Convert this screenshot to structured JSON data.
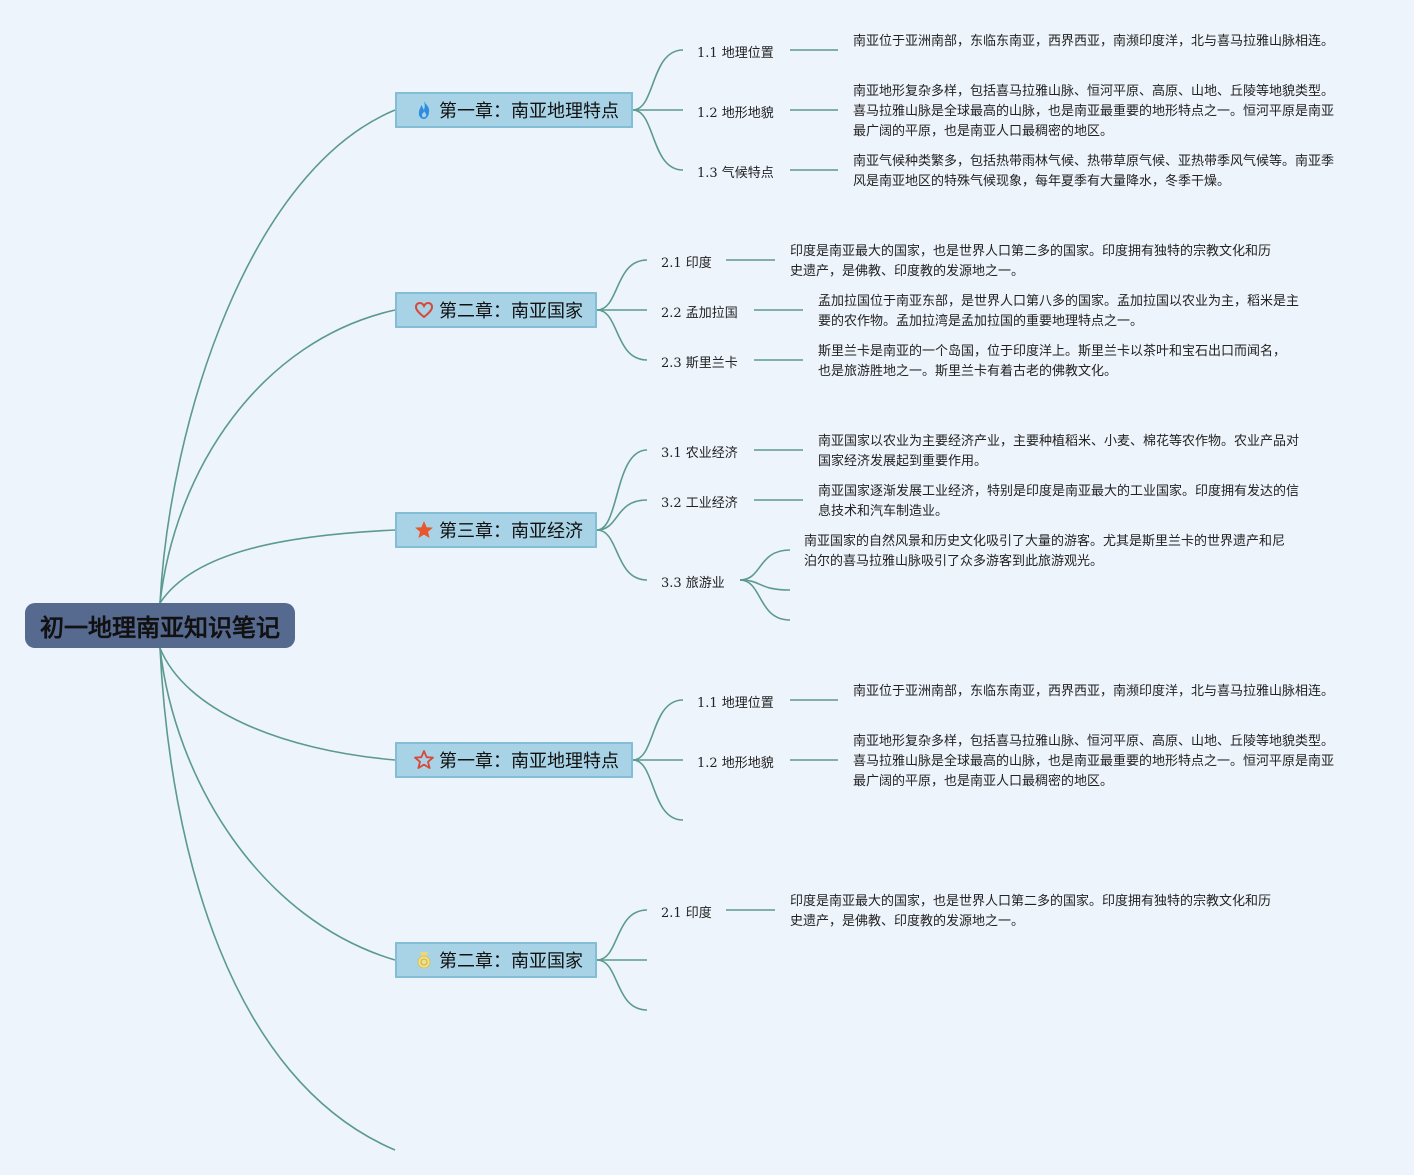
{
  "root": {
    "title": "初一地理南亚知识笔记"
  },
  "colors": {
    "background": "#eef4fc",
    "root": "#56698f",
    "chapter": "#a8d3e6",
    "edge": "#5b9a8e"
  },
  "chapters": [
    {
      "title": "第一章：南亚地理特点",
      "icon": "fire-icon",
      "items": [
        {
          "label": "1.1 地理位置",
          "text": "南亚位于亚洲南部，东临东南亚，西界西亚，南濒印度洋，北与喜马拉雅山脉相连。"
        },
        {
          "label": "1.2 地形地貌",
          "text": "南亚地形复杂多样，包括喜马拉雅山脉、恒河平原、高原、山地、丘陵等地貌类型。喜马拉雅山脉是全球最高的山脉，也是南亚最重要的地形特点之一。恒河平原是南亚最广阔的平原，也是南亚人口最稠密的地区。"
        },
        {
          "label": "1.3 气候特点",
          "text": "南亚气候种类繁多，包括热带雨林气候、热带草原气候、亚热带季风气候等。南亚季风是南亚地区的特殊气候现象，每年夏季有大量降水，冬季干燥。"
        }
      ]
    },
    {
      "title": "第二章：南亚国家",
      "icon": "heart-icon",
      "items": [
        {
          "label": "2.1 印度",
          "text": "印度是南亚最大的国家，也是世界人口第二多的国家。印度拥有独特的宗教文化和历史遗产，是佛教、印度教的发源地之一。"
        },
        {
          "label": "2.2 孟加拉国",
          "text": "孟加拉国位于南亚东部，是世界人口第八多的国家。孟加拉国以农业为主，稻米是主要的农作物。孟加拉湾是孟加拉国的重要地理特点之一。"
        },
        {
          "label": "2.3 斯里兰卡",
          "text": "斯里兰卡是南亚的一个岛国，位于印度洋上。斯里兰卡以茶叶和宝石出口而闻名，也是旅游胜地之一。斯里兰卡有着古老的佛教文化。"
        }
      ]
    },
    {
      "title": "第三章：南亚经济",
      "icon": "star-icon",
      "items": [
        {
          "label": "3.1 农业经济",
          "text": "南亚国家以农业为主要经济产业，主要种植稻米、小麦、棉花等农作物。农业产品对国家经济发展起到重要作用。"
        },
        {
          "label": "3.2 工业经济",
          "text": "南亚国家逐渐发展工业经济，特别是印度是南亚最大的工业国家。印度拥有发达的信息技术和汽车制造业。"
        },
        {
          "label": "3.3 旅游业",
          "text": "南亚国家的自然风景和历史文化吸引了大量的游客。尤其是斯里兰卡的世界遗产和尼泊尔的喜马拉雅山脉吸引了众多游客到此旅游观光。"
        }
      ]
    },
    {
      "title": "第一章：南亚地理特点",
      "icon": "star-outline-icon",
      "items": [
        {
          "label": "1.1 地理位置",
          "text": "南亚位于亚洲南部，东临东南亚，西界西亚，南濒印度洋，北与喜马拉雅山脉相连。"
        },
        {
          "label": "1.2 地形地貌",
          "text": "南亚地形复杂多样，包括喜马拉雅山脉、恒河平原、高原、山地、丘陵等地貌类型。喜马拉雅山脉是全球最高的山脉，也是南亚最重要的地形特点之一。恒河平原是南亚最广阔的平原，也是南亚人口最稠密的地区。"
        }
      ]
    },
    {
      "title": "第二章：南亚国家",
      "icon": "medal-icon",
      "items": [
        {
          "label": "2.1 印度",
          "text": "印度是南亚最大的国家，也是世界人口第二多的国家。印度拥有独特的宗教文化和历史遗产，是佛教、印度教的发源地之一。"
        }
      ]
    }
  ]
}
